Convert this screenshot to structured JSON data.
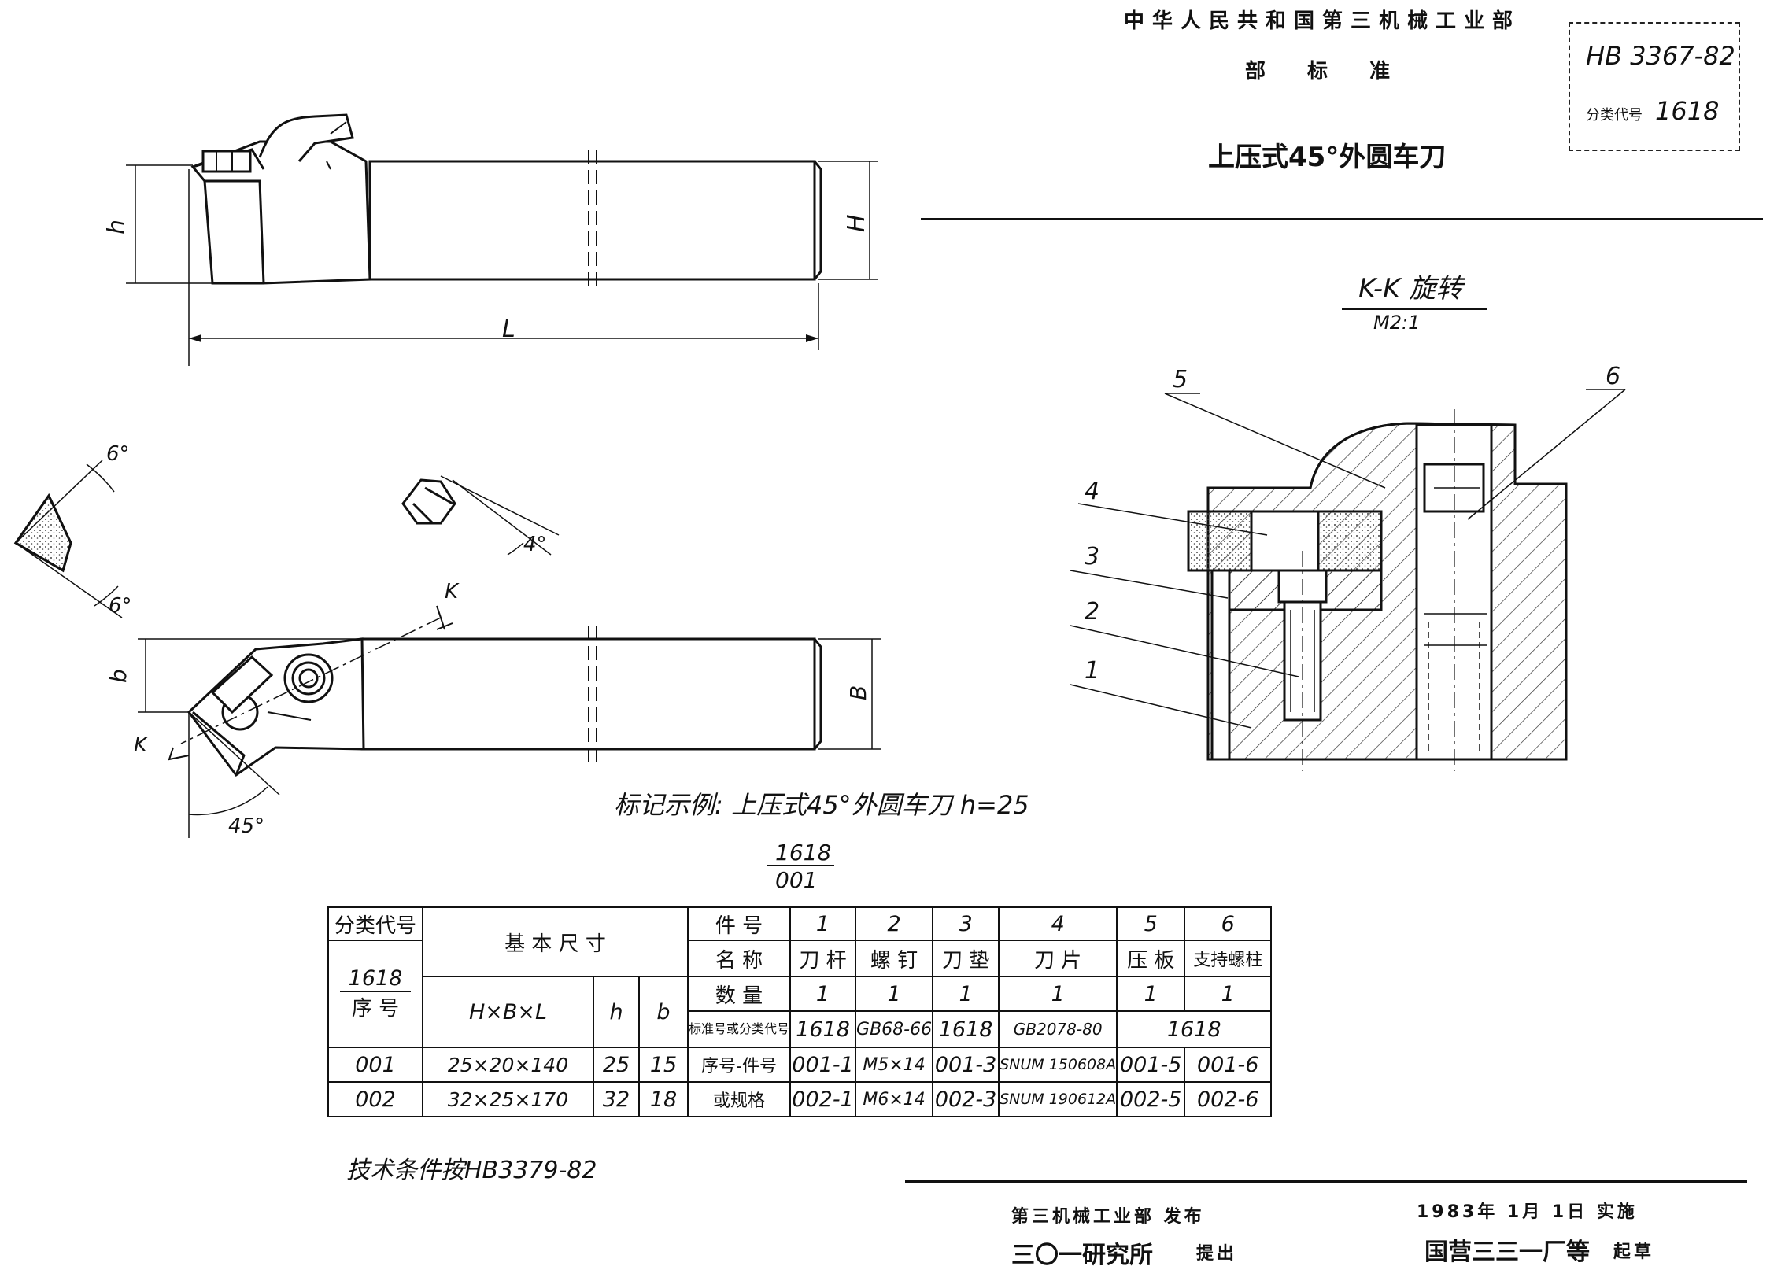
{
  "header": {
    "ministry": "中华人民共和国第三机械工业部",
    "std_level": "部 标 准",
    "title": "上压式45°外圆车刀",
    "std_code": "HB 3367-82",
    "class_code_label": "分类代号",
    "class_code_value": "1618"
  },
  "drawing": {
    "dim_h": "h",
    "dim_H": "H",
    "dim_L": "L",
    "dim_b": "b",
    "dim_B": "B",
    "angle_6a": "6°",
    "angle_6b": "6°",
    "angle_4": "4°",
    "angle_45": "45°",
    "section_mark_1": "K",
    "section_mark_2": "K",
    "section_title": "K-K 旋转",
    "section_scale": "M2:1",
    "callouts": [
      "1",
      "2",
      "3",
      "4",
      "5",
      "6"
    ]
  },
  "marking_example": "标记示例: 上压式45°外圆车刀 h=25",
  "code_fraction": {
    "numerator": "1618",
    "denominator": "001"
  },
  "table": {
    "class_code_header": "分类代号",
    "class_code_value": "1618",
    "seq_header": "序 号",
    "basic_dims_header": "基 本 尺 寸",
    "hbl_header": "H×B×L",
    "h_header": "h",
    "b_header": "b",
    "part_no_label": "件 号",
    "name_label": "名 称",
    "qty_label": "数 量",
    "std_label": "标准号或分类代号",
    "seqpart_label": "序号-件号",
    "spec_label": "或规格",
    "part_nos": [
      "1",
      "2",
      "3",
      "4",
      "5",
      "6"
    ],
    "names": [
      "刀 杆",
      "螺 钉",
      "刀 垫",
      "刀 片",
      "压 板",
      "支持螺柱"
    ],
    "quantities": [
      "1",
      "1",
      "1",
      "1",
      "1",
      "1"
    ],
    "standards": [
      "1618",
      "GB68-66",
      "1618",
      "GB2078-80",
      "1618"
    ],
    "rows": [
      {
        "seq": "001",
        "hbl": "25×20×140",
        "h": "25",
        "b": "15",
        "parts": [
          "001-1",
          "M5×14",
          "001-3",
          "SNUM 150608A",
          "001-5",
          "001-6"
        ]
      },
      {
        "seq": "002",
        "hbl": "32×25×170",
        "h": "32",
        "b": "18",
        "parts": [
          "002-1",
          "M6×14",
          "002-3",
          "SNUM 190612A",
          "002-5",
          "002-6"
        ]
      }
    ]
  },
  "tech_conditions": "技术条件按HB3379-82",
  "footer": {
    "issuer": "第三机械工业部 发布",
    "effective": "1983年 1月 1日 实施",
    "proposer": "三〇一研究所",
    "proposer_suffix": "提出",
    "drafter": "国营三三一厂等",
    "drafter_suffix": "起草"
  }
}
